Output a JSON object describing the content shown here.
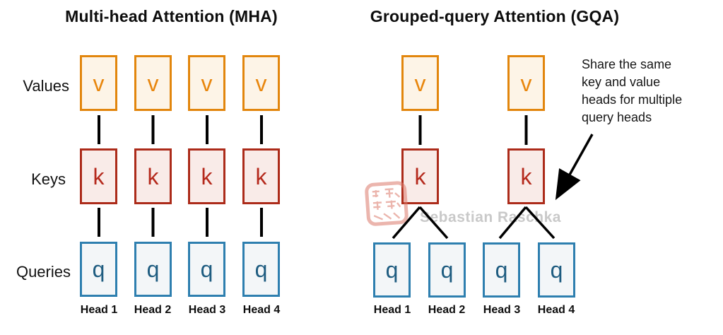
{
  "mha": {
    "title": "Multi-head Attention (MHA)",
    "labels": {
      "values": "Values",
      "keys": "Keys",
      "queries": "Queries"
    },
    "letters": {
      "value": "v",
      "key": "k",
      "query": "q"
    },
    "heads": [
      "Head 1",
      "Head 2",
      "Head 3",
      "Head 4"
    ]
  },
  "gqa": {
    "title": "Grouped-query Attention (GQA)",
    "letters": {
      "value": "v",
      "key": "k",
      "query": "q"
    },
    "heads": [
      "Head 1",
      "Head 2",
      "Head 3",
      "Head 4"
    ],
    "annotation_lines": [
      "Share the same",
      "key and value",
      "heads for multiple",
      "query heads"
    ]
  },
  "watermark": {
    "author": "Sebastian Raschka"
  },
  "colors": {
    "value_border": "#E2860D",
    "value_fill": "#FDF4E7",
    "value_text": "#E8860D",
    "key_border": "#AC2B1A",
    "key_fill": "#F9EBE8",
    "key_text": "#B5291C",
    "query_border": "#2E7FAF",
    "query_fill": "#F3F6F8",
    "query_text": "#1E5C80",
    "connector": "#000000",
    "watermark_gray": "#C9C9C9",
    "stamp_red": "#DC7A6B"
  }
}
